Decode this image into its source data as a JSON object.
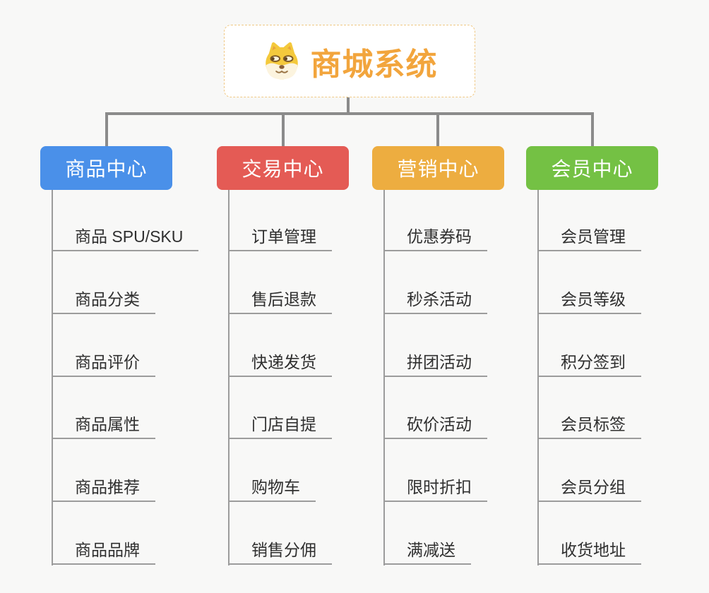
{
  "root": {
    "title": "商城系统",
    "icon": "doge-icon"
  },
  "branches": [
    {
      "label": "商品中心",
      "color": "#4A90E9",
      "items": [
        "商品 SPU/SKU",
        "商品分类",
        "商品评价",
        "商品属性",
        "商品推荐",
        "商品品牌"
      ]
    },
    {
      "label": "交易中心",
      "color": "#E45B55",
      "items": [
        "订单管理",
        "售后退款",
        "快递发货",
        "门店自提",
        "购物车",
        "销售分佣"
      ]
    },
    {
      "label": "营销中心",
      "color": "#EDAD40",
      "items": [
        "优惠券码",
        "秒杀活动",
        "拼团活动",
        "砍价活动",
        "限时折扣",
        "满减送"
      ]
    },
    {
      "label": "会员中心",
      "color": "#74C144",
      "items": [
        "会员管理",
        "会员等级",
        "积分签到",
        "会员标签",
        "会员分组",
        "收货地址"
      ]
    }
  ],
  "colors": {
    "background": "#F8F8F7",
    "connector": "#8B8B8B",
    "leaf_line": "#9C9C9C",
    "leaf_text": "#2F2F2F",
    "root_accent": "#F2A53D",
    "root_border": "#F0C884"
  }
}
